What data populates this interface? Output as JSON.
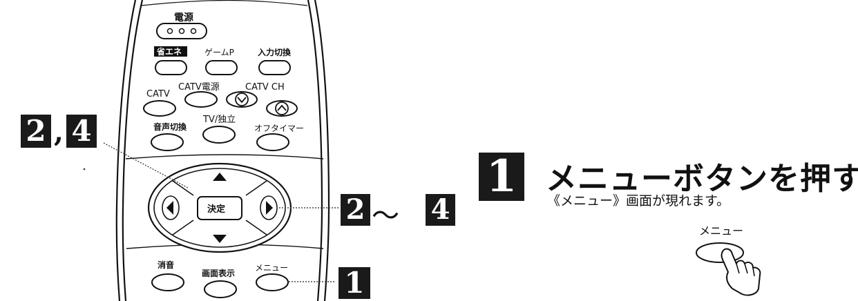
{
  "remote": {
    "power_label": "電源",
    "eco_label": "省エネ",
    "game_label": "ゲームP",
    "input_label": "入力切換",
    "catv_label": "CATV",
    "catv_power_label": "CATV電源",
    "catv_ch_label": "CATV CH",
    "audio_label": "音声切換",
    "tv_label": "TV/独立",
    "timer_label": "オフタイマー",
    "enter_label": "決定",
    "mute_label": "消音",
    "display_label": "画面表示",
    "menu_label": "メニュー"
  },
  "callouts": {
    "left_a": "2",
    "left_sep": ",",
    "left_b": "4",
    "right_a": "2",
    "right_sep": "〜",
    "right_b": "4",
    "bottom": "1"
  },
  "step": {
    "number": "1",
    "title": "メニューボタンを押す",
    "description": "《メニュー》画面が現れます。",
    "illustration_label": "メニュー"
  },
  "colors": {
    "ink": "#111111",
    "box": "#1a1a1a"
  }
}
